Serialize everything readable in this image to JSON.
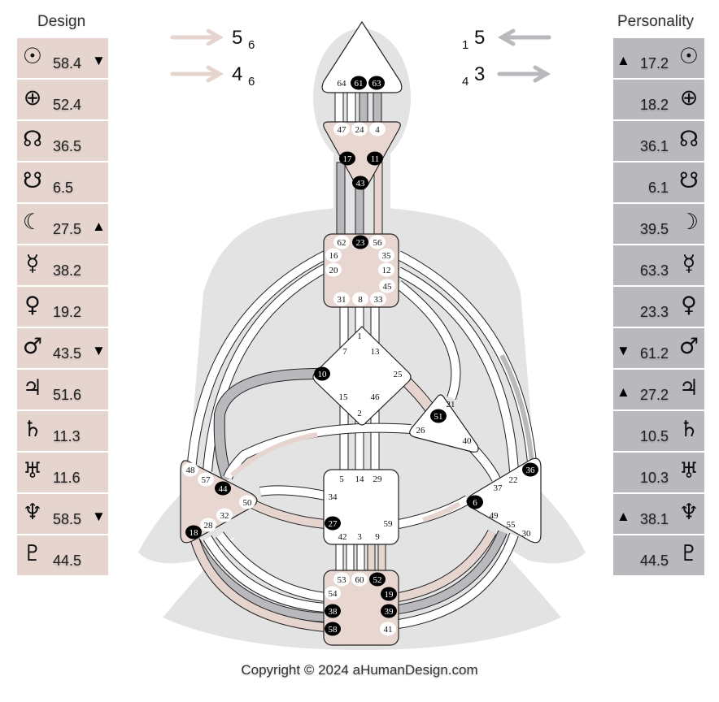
{
  "design": {
    "title": "Design",
    "rows": [
      {
        "planet": "sun-icon",
        "glyph": "☉",
        "value": "58.4",
        "arrow": "▼"
      },
      {
        "planet": "earth-icon",
        "glyph": "⊕",
        "value": "52.4",
        "arrow": ""
      },
      {
        "planet": "north-node-icon",
        "glyph": "☊",
        "value": "36.5",
        "arrow": ""
      },
      {
        "planet": "south-node-icon",
        "glyph": "☋",
        "value": "6.5",
        "arrow": ""
      },
      {
        "planet": "moon-icon",
        "glyph": "☾",
        "value": "27.5",
        "arrow": "▲"
      },
      {
        "planet": "mercury-icon",
        "glyph": "☿",
        "value": "38.2",
        "arrow": ""
      },
      {
        "planet": "venus-icon",
        "glyph": "♀",
        "value": "19.2",
        "arrow": ""
      },
      {
        "planet": "mars-icon",
        "glyph": "♂",
        "value": "43.5",
        "arrow": "▼"
      },
      {
        "planet": "jupiter-icon",
        "glyph": "♃",
        "value": "51.6",
        "arrow": ""
      },
      {
        "planet": "saturn-icon",
        "glyph": "♄",
        "value": "11.3",
        "arrow": ""
      },
      {
        "planet": "uranus-icon",
        "glyph": "♅",
        "value": "11.6",
        "arrow": ""
      },
      {
        "planet": "neptune-icon",
        "glyph": "♆",
        "value": "58.5",
        "arrow": "▼"
      },
      {
        "planet": "pluto-icon",
        "glyph": "♇",
        "value": "44.5",
        "arrow": ""
      }
    ]
  },
  "personality": {
    "title": "Personality",
    "rows": [
      {
        "planet": "sun-icon",
        "glyph": "☉",
        "value": "17.2",
        "arrow": "▲"
      },
      {
        "planet": "earth-icon",
        "glyph": "⊕",
        "value": "18.2",
        "arrow": ""
      },
      {
        "planet": "north-node-icon",
        "glyph": "☊",
        "value": "36.1",
        "arrow": ""
      },
      {
        "planet": "south-node-icon",
        "glyph": "☋",
        "value": "6.1",
        "arrow": ""
      },
      {
        "planet": "moon-icon",
        "glyph": "☽",
        "value": "39.5",
        "arrow": ""
      },
      {
        "planet": "mercury-icon",
        "glyph": "☿",
        "value": "63.3",
        "arrow": ""
      },
      {
        "planet": "venus-icon",
        "glyph": "♀",
        "value": "23.3",
        "arrow": ""
      },
      {
        "planet": "mars-icon",
        "glyph": "♂",
        "value": "61.2",
        "arrow": "▼"
      },
      {
        "planet": "jupiter-icon",
        "glyph": "♃",
        "value": "27.2",
        "arrow": "▲"
      },
      {
        "planet": "saturn-icon",
        "glyph": "♄",
        "value": "10.5",
        "arrow": ""
      },
      {
        "planet": "uranus-icon",
        "glyph": "♅",
        "value": "10.3",
        "arrow": ""
      },
      {
        "planet": "neptune-icon",
        "glyph": "♆",
        "value": "38.1",
        "arrow": "▲"
      },
      {
        "planet": "pluto-icon",
        "glyph": "♇",
        "value": "44.5",
        "arrow": ""
      }
    ]
  },
  "variables": {
    "design_top": {
      "main": "5",
      "sub": "6",
      "direction": "right"
    },
    "design_bottom": {
      "main": "4",
      "sub": "6",
      "direction": "right"
    },
    "personality_top": {
      "main": "5",
      "sub": "1",
      "direction": "left"
    },
    "personality_bottom": {
      "main": "3",
      "sub": "4",
      "direction": "right"
    }
  },
  "colors": {
    "design": "#e6d5cf",
    "personality": "#b9b8bd",
    "body_silhouette": "#e3e3e3",
    "center_defined": "#e8d6d0",
    "center_open": "#ffffff",
    "gate_active": "#000000"
  },
  "centers": [
    {
      "name": "head",
      "defined": false,
      "gates": [
        {
          "n": "64",
          "a": false
        },
        {
          "n": "61",
          "a": true
        },
        {
          "n": "63",
          "a": true
        }
      ]
    },
    {
      "name": "ajna",
      "defined": true,
      "gates": [
        {
          "n": "47",
          "a": false
        },
        {
          "n": "24",
          "a": false
        },
        {
          "n": "4",
          "a": false
        },
        {
          "n": "17",
          "a": true
        },
        {
          "n": "11",
          "a": true
        },
        {
          "n": "43",
          "a": true
        }
      ]
    },
    {
      "name": "throat",
      "defined": true,
      "gates": [
        {
          "n": "62",
          "a": false
        },
        {
          "n": "23",
          "a": true
        },
        {
          "n": "56",
          "a": false
        },
        {
          "n": "16",
          "a": false
        },
        {
          "n": "35",
          "a": false
        },
        {
          "n": "20",
          "a": false
        },
        {
          "n": "12",
          "a": false
        },
        {
          "n": "45",
          "a": false
        },
        {
          "n": "31",
          "a": false
        },
        {
          "n": "8",
          "a": false
        },
        {
          "n": "33",
          "a": false
        }
      ]
    },
    {
      "name": "g-center",
      "defined": false,
      "gates": [
        {
          "n": "1",
          "a": false
        },
        {
          "n": "7",
          "a": false
        },
        {
          "n": "13",
          "a": false
        },
        {
          "n": "10",
          "a": true
        },
        {
          "n": "25",
          "a": false
        },
        {
          "n": "15",
          "a": false
        },
        {
          "n": "46",
          "a": false
        },
        {
          "n": "2",
          "a": false
        }
      ]
    },
    {
      "name": "heart",
      "defined": false,
      "gates": [
        {
          "n": "21",
          "a": false
        },
        {
          "n": "51",
          "a": true
        },
        {
          "n": "26",
          "a": false
        },
        {
          "n": "40",
          "a": false
        }
      ]
    },
    {
      "name": "sacral",
      "defined": false,
      "gates": [
        {
          "n": "5",
          "a": false
        },
        {
          "n": "14",
          "a": false
        },
        {
          "n": "29",
          "a": false
        },
        {
          "n": "34",
          "a": false
        },
        {
          "n": "27",
          "a": true
        },
        {
          "n": "59",
          "a": false
        },
        {
          "n": "42",
          "a": false
        },
        {
          "n": "3",
          "a": false
        },
        {
          "n": "9",
          "a": false
        }
      ]
    },
    {
      "name": "spleen",
      "defined": true,
      "gates": [
        {
          "n": "48",
          "a": false
        },
        {
          "n": "57",
          "a": false
        },
        {
          "n": "44",
          "a": true
        },
        {
          "n": "50",
          "a": false
        },
        {
          "n": "32",
          "a": false
        },
        {
          "n": "28",
          "a": false
        },
        {
          "n": "18",
          "a": true
        }
      ]
    },
    {
      "name": "solar-plexus",
      "defined": false,
      "gates": [
        {
          "n": "36",
          "a": true
        },
        {
          "n": "22",
          "a": false
        },
        {
          "n": "37",
          "a": false
        },
        {
          "n": "6",
          "a": true
        },
        {
          "n": "49",
          "a": false
        },
        {
          "n": "55",
          "a": false
        },
        {
          "n": "30",
          "a": false
        }
      ]
    },
    {
      "name": "root",
      "defined": true,
      "gates": [
        {
          "n": "53",
          "a": false
        },
        {
          "n": "60",
          "a": false
        },
        {
          "n": "52",
          "a": true
        },
        {
          "n": "54",
          "a": false
        },
        {
          "n": "19",
          "a": true
        },
        {
          "n": "38",
          "a": true
        },
        {
          "n": "39",
          "a": true
        },
        {
          "n": "58",
          "a": true
        },
        {
          "n": "41",
          "a": false
        }
      ]
    }
  ],
  "footer": {
    "copyright": "Copyright © 2024 aHumanDesign.com"
  }
}
